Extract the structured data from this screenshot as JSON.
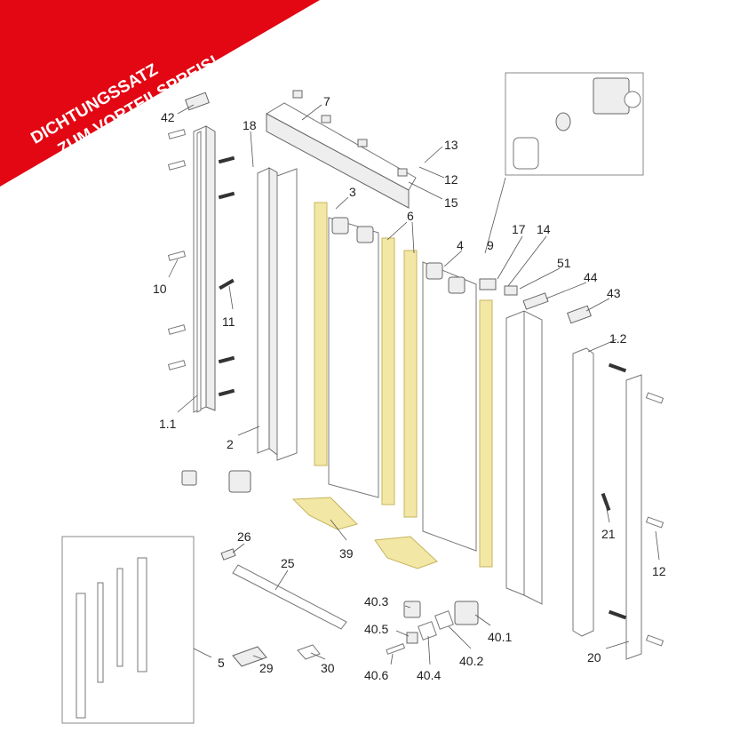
{
  "banner": {
    "line1": "DICHTUNGSSATZ",
    "line2": "ZUM VORTEILSPREIS!",
    "color": "#e30613"
  },
  "seal_color": "#f3e7a6",
  "labels": {
    "p42": "42",
    "p18": "18",
    "p7": "7",
    "p13": "13",
    "p12a": "12",
    "p15": "15",
    "p3": "3",
    "p6": "6",
    "p4": "4",
    "p9": "9",
    "p17": "17",
    "p14": "14",
    "p51": "51",
    "p44": "44",
    "p43": "43",
    "p1_2": "1.2",
    "p10": "10",
    "p11": "11",
    "p1_1": "1.1",
    "p2": "2",
    "p21": "21",
    "p12b": "12",
    "p26": "26",
    "p25": "25",
    "p39": "39",
    "p40_3": "40.3",
    "p40_5": "40.5",
    "p40_1": "40.1",
    "p40_2": "40.2",
    "p40_6": "40.6",
    "p40_4": "40.4",
    "p5": "5",
    "p29": "29",
    "p30": "30",
    "p20": "20"
  }
}
